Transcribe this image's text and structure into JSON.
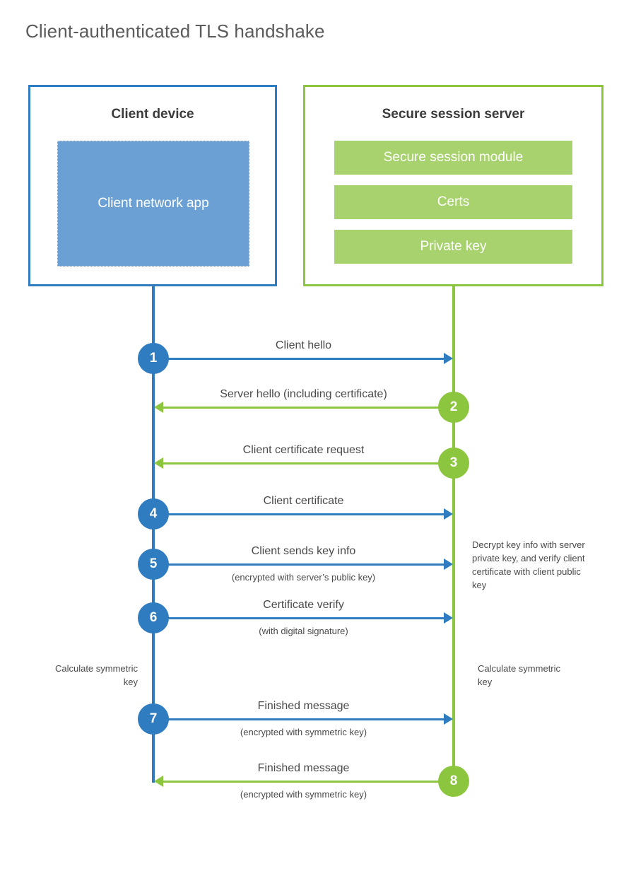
{
  "title": "Client-authenticated TLS handshake",
  "colors": {
    "client_accent": "#2f7cc0",
    "server_accent": "#8cc63f",
    "client_app_fill": "#6aa0d4",
    "server_module_fill": "#a8d26d",
    "title_text": "#5b5b5b",
    "body_text": "#4a4a4a"
  },
  "parties": {
    "client": {
      "title": "Client device",
      "app_label": "Client network app"
    },
    "server": {
      "title": "Secure session server",
      "modules": [
        "Secure session module",
        "Certs",
        "Private key"
      ]
    }
  },
  "steps": [
    {
      "number": "1",
      "label": "Client hello",
      "sublabel": "",
      "direction": "client-to-server",
      "side": "client"
    },
    {
      "number": "2",
      "label": "Server hello (including certificate)",
      "sublabel": "",
      "direction": "server-to-client",
      "side": "server"
    },
    {
      "number": "3",
      "label": "Client certificate request",
      "sublabel": "",
      "direction": "server-to-client",
      "side": "server"
    },
    {
      "number": "4",
      "label": "Client certificate",
      "sublabel": "",
      "direction": "client-to-server",
      "side": "client"
    },
    {
      "number": "5",
      "label": "Client sends key info",
      "sublabel": "(encrypted with server’s public key)",
      "direction": "client-to-server",
      "side": "client"
    },
    {
      "number": "6",
      "label": "Certificate verify",
      "sublabel": "(with digital signature)",
      "direction": "client-to-server",
      "side": "client"
    },
    {
      "number": "7",
      "label": "Finished message",
      "sublabel": "(encrypted with symmetric key)",
      "direction": "client-to-server",
      "side": "client"
    },
    {
      "number": "8",
      "label": "Finished message",
      "sublabel": "(encrypted with symmetric key)",
      "direction": "server-to-client",
      "side": "server"
    }
  ],
  "notes": {
    "server_decrypt": "Decrypt key info with server private key, and verify client certificate with client public key",
    "client_calculate": "Calculate symmetric key",
    "server_calculate": "Calculate symmetric key"
  }
}
